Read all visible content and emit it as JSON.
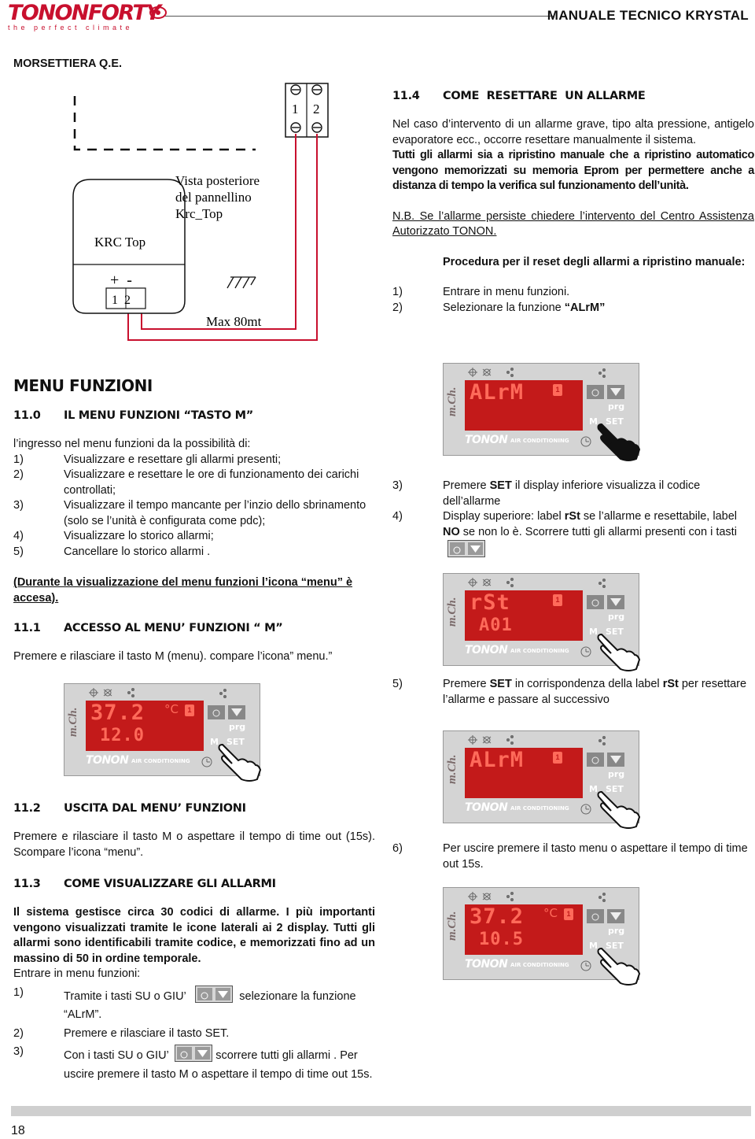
{
  "header": {
    "logo_main": "TONONFORTY",
    "logo_sub": "t h e   p e r f e c t   c l i m a t e",
    "doc_title": "MANUALE TECNICO KRYSTAL"
  },
  "left": {
    "terminal_title": "MORSETTIERA Q.E.",
    "diagram": {
      "rear_view": [
        "Vista posteriore",
        "del pannellino",
        "Krc_Top"
      ],
      "krc_top": "KRC Top",
      "plus_minus": "+  -",
      "terminals_bottom": "1  2",
      "terminal_1": "1",
      "terminal_2": "2",
      "max_len": "Max 80mt"
    },
    "menu_title": "MENU FUNZIONI",
    "s110": {
      "num": "11.0",
      "title": "IL MENU FUNZIONI “TASTO M”"
    },
    "intro": "l’ingresso nel menu funzioni da la possibilità di:",
    "items": [
      {
        "n": "1)",
        "t": "Visualizzare e resettare gli allarmi presenti;"
      },
      {
        "n": "2)",
        "t": "Visualizzare e resettare le ore di funzionamento dei carichi controllati;"
      },
      {
        "n": "3)",
        "t": "Visualizzare il tempo mancante per l’inzio dello sbrinamento (solo se l’unità è configurata come pdc);"
      },
      {
        "n": "4)",
        "t": "Visualizzare lo storico allarmi;"
      },
      {
        "n": "5)",
        "t": "Cancellare lo storico  allarmi ."
      }
    ],
    "note": "(Durante la visualizzazione del menu funzioni l’icona “menu” è accesa).",
    "s111": {
      "num": "11.1",
      "title": "ACCESSO AL MENU’ FUNZIONI “ M”"
    },
    "s111_text": "Premere e rilasciare il tasto M (menu). compare l’icona” menu.”",
    "s112": {
      "num": "11.2",
      "title": "USCITA DAL MENU’ FUNZIONI"
    },
    "s112_text": "Premere e rilasciare il tasto M o aspettare il tempo di time out (15s). Scompare l’icona “menu”.",
    "s113": {
      "num": "11.3",
      "title": "COME VISUALIZZARE GLI ALLARMI"
    },
    "s113_bold": "Il sistema gestisce circa 30 codici di allarme. I più importanti vengono visualizzati tramite le icone laterali ai 2 display. Tutti gli allarmi sono identificabili tramite codice, e memorizzati fino ad un massino di 50 in ordine temporale.",
    "s113_enter": "Entrare in menu funzioni:",
    "s113_steps": [
      {
        "n": "1)",
        "a": "Tramite i tasti SU o GIU’",
        "b": "selezionare la funzione “ALrM”."
      },
      {
        "n": "2)",
        "a": "Premere e rilasciare il tasto SET."
      },
      {
        "n": "3)",
        "a": "Con i tasti SU o GIU’",
        "b": "scorrere tutti gli allarmi . Per uscire premere il tasto M  o aspettare il tempo di time out 15s."
      }
    ]
  },
  "right": {
    "s114": {
      "num": "11.4",
      "title": "COME  RESETTARE  UN ALLARME"
    },
    "p1": "Nel caso d’intervento di un allarme grave, tipo alta pressione, antigelo evaporatore ecc., occorre resettare manualmente il sistema.",
    "p2": "Tutti gli allarmi sia a ripristino manuale che a ripristino automatico vengono memorizzati su memoria Eprom per permettere anche a distanza di tempo la verifica sul funzionamento dell’unità.",
    "nb": "N.B. Se l’allarme persiste chiedere l’intervento del Centro Assistenza Autorizzato TONON.",
    "proc_title": "Procedura per il reset degli allarmi a ripristino manuale:",
    "steps_a": [
      {
        "n": "1)",
        "t": "Entrare in menu funzioni."
      },
      {
        "n": "2)",
        "pre": "Selezionare la funzione ",
        "bold": "“ALrM”"
      }
    ],
    "step3": {
      "n": "3)",
      "pre": "Premere ",
      "bold": "SET",
      "post": " il display inferiore visualizza il codice dell’allarme"
    },
    "step4": {
      "n": "4)",
      "pre": "Display superiore: label ",
      "b1": "rSt",
      "mid": " se l’allarme e resettabile, label ",
      "b2": "NO",
      "post": " se non lo è. Scorrere tutti gli allarmi presenti con i tasti"
    },
    "step5": {
      "n": "5)",
      "pre": "Premere ",
      "b1": "SET",
      "mid": " in corrispondenza della label ",
      "b2": "rSt",
      "post": " per resettare l’allarme e passare al successivo"
    },
    "step6": {
      "n": "6)",
      "t": "Per uscire premere il tasto menu o aspettare il tempo di time out 15s."
    }
  },
  "panels": {
    "brand": "TONON",
    "air": "AIR CONDITIONING",
    "vertical": "m.Ch.",
    "key_m": "M",
    "key_set": "SET",
    "key_prg": "prg",
    "p1": {
      "top": "ALrM",
      "bottom": ""
    },
    "p2": {
      "top": "rSt",
      "bottom": "A01"
    },
    "p3": {
      "top": "37.2",
      "bottom": "12.0",
      "unit": "°C"
    },
    "p4": {
      "top": "ALrM",
      "bottom": ""
    },
    "p5": {
      "top": "37.2",
      "bottom": "10.5",
      "unit": "°C"
    }
  },
  "footer": {
    "page": "18"
  },
  "colors": {
    "red": "#c8102e",
    "display_red": "#e8252b",
    "display_bg": "#c31a1a",
    "panel": "#d4d4d4",
    "grey_bar": "#cfcfcf"
  }
}
